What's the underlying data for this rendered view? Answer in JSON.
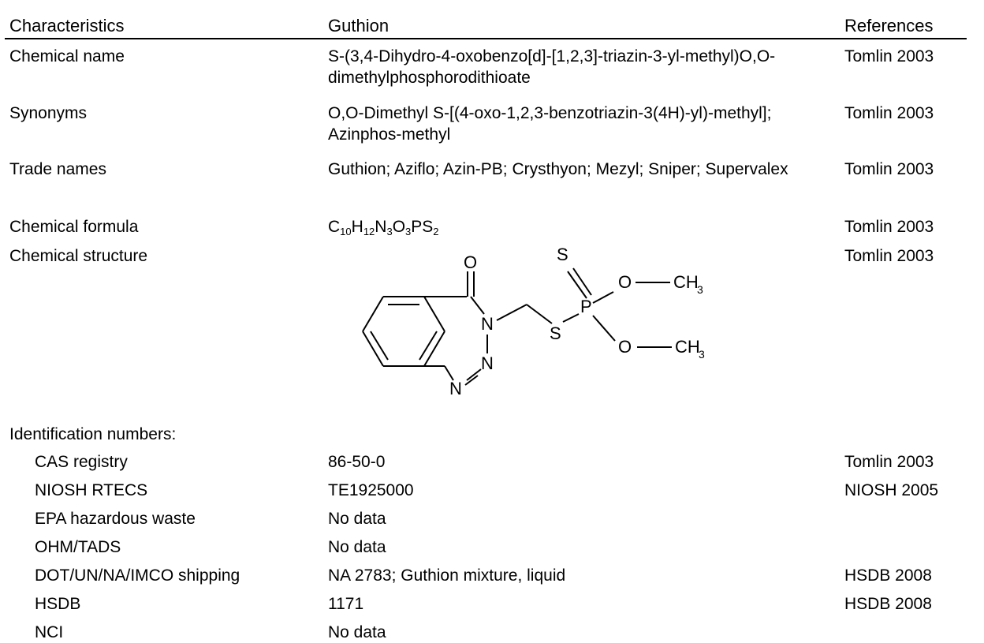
{
  "header": {
    "characteristics": "Characteristics",
    "substance": "Guthion",
    "references": "References"
  },
  "rows": [
    {
      "label": "Chemical name",
      "value": "S-(3,4-Dihydro-4-oxobenzo[d]-[1,2,3]-triazin-3-yl-methyl)O,O-dimethylphosphorodithioate",
      "ref": "Tomlin 2003"
    },
    {
      "label": "Synonyms",
      "value": "O,O-Dimethyl S-[(4-oxo-1,2,3-benzotriazin-3(4H)-yl)-methyl]; Azinphos-methyl",
      "ref": "Tomlin 2003"
    },
    {
      "label": "Trade names",
      "value": "Guthion; Aziflo; Azin-PB; Crysthyon; Mezyl; Sniper; Supervalex",
      "ref": "Tomlin 2003"
    },
    {
      "label": "Chemical formula",
      "ref": "Tomlin 2003"
    },
    {
      "label": "Chemical structure",
      "ref": "Tomlin 2003"
    }
  ],
  "formula": {
    "parts": [
      {
        "t": "C",
        "s": "10"
      },
      {
        "t": "H",
        "s": "12"
      },
      {
        "t": "N",
        "s": "3"
      },
      {
        "t": "O",
        "s": "3"
      },
      {
        "t": "PS",
        "s": "2"
      }
    ]
  },
  "structure_atoms": {
    "o_top": "O",
    "s_top": "S",
    "n3": "N",
    "s_link": "S",
    "p": "P",
    "o1": "O",
    "ch3_1": "CH",
    "ch3_1_sub": "3",
    "o2": "O",
    "ch3_2": "CH",
    "ch3_2_sub": "3",
    "n2": "N",
    "n1": "N"
  },
  "identification": {
    "title": "Identification numbers:",
    "items": [
      {
        "label": "CAS registry",
        "value": "86-50-0",
        "ref": "Tomlin 2003"
      },
      {
        "label": "NIOSH RTECS",
        "value": "TE1925000",
        "ref": "NIOSH 2005"
      },
      {
        "label": "EPA hazardous waste",
        "value": "No data",
        "ref": ""
      },
      {
        "label": "OHM/TADS",
        "value": "No data",
        "ref": ""
      },
      {
        "label": "DOT/UN/NA/IMCO shipping",
        "value": "NA 2783; Guthion mixture, liquid",
        "ref": "HSDB 2008"
      },
      {
        "label": "HSDB",
        "value": "1171",
        "ref": "HSDB 2008"
      },
      {
        "label": "NCI",
        "value": "No data",
        "ref": ""
      }
    ]
  }
}
